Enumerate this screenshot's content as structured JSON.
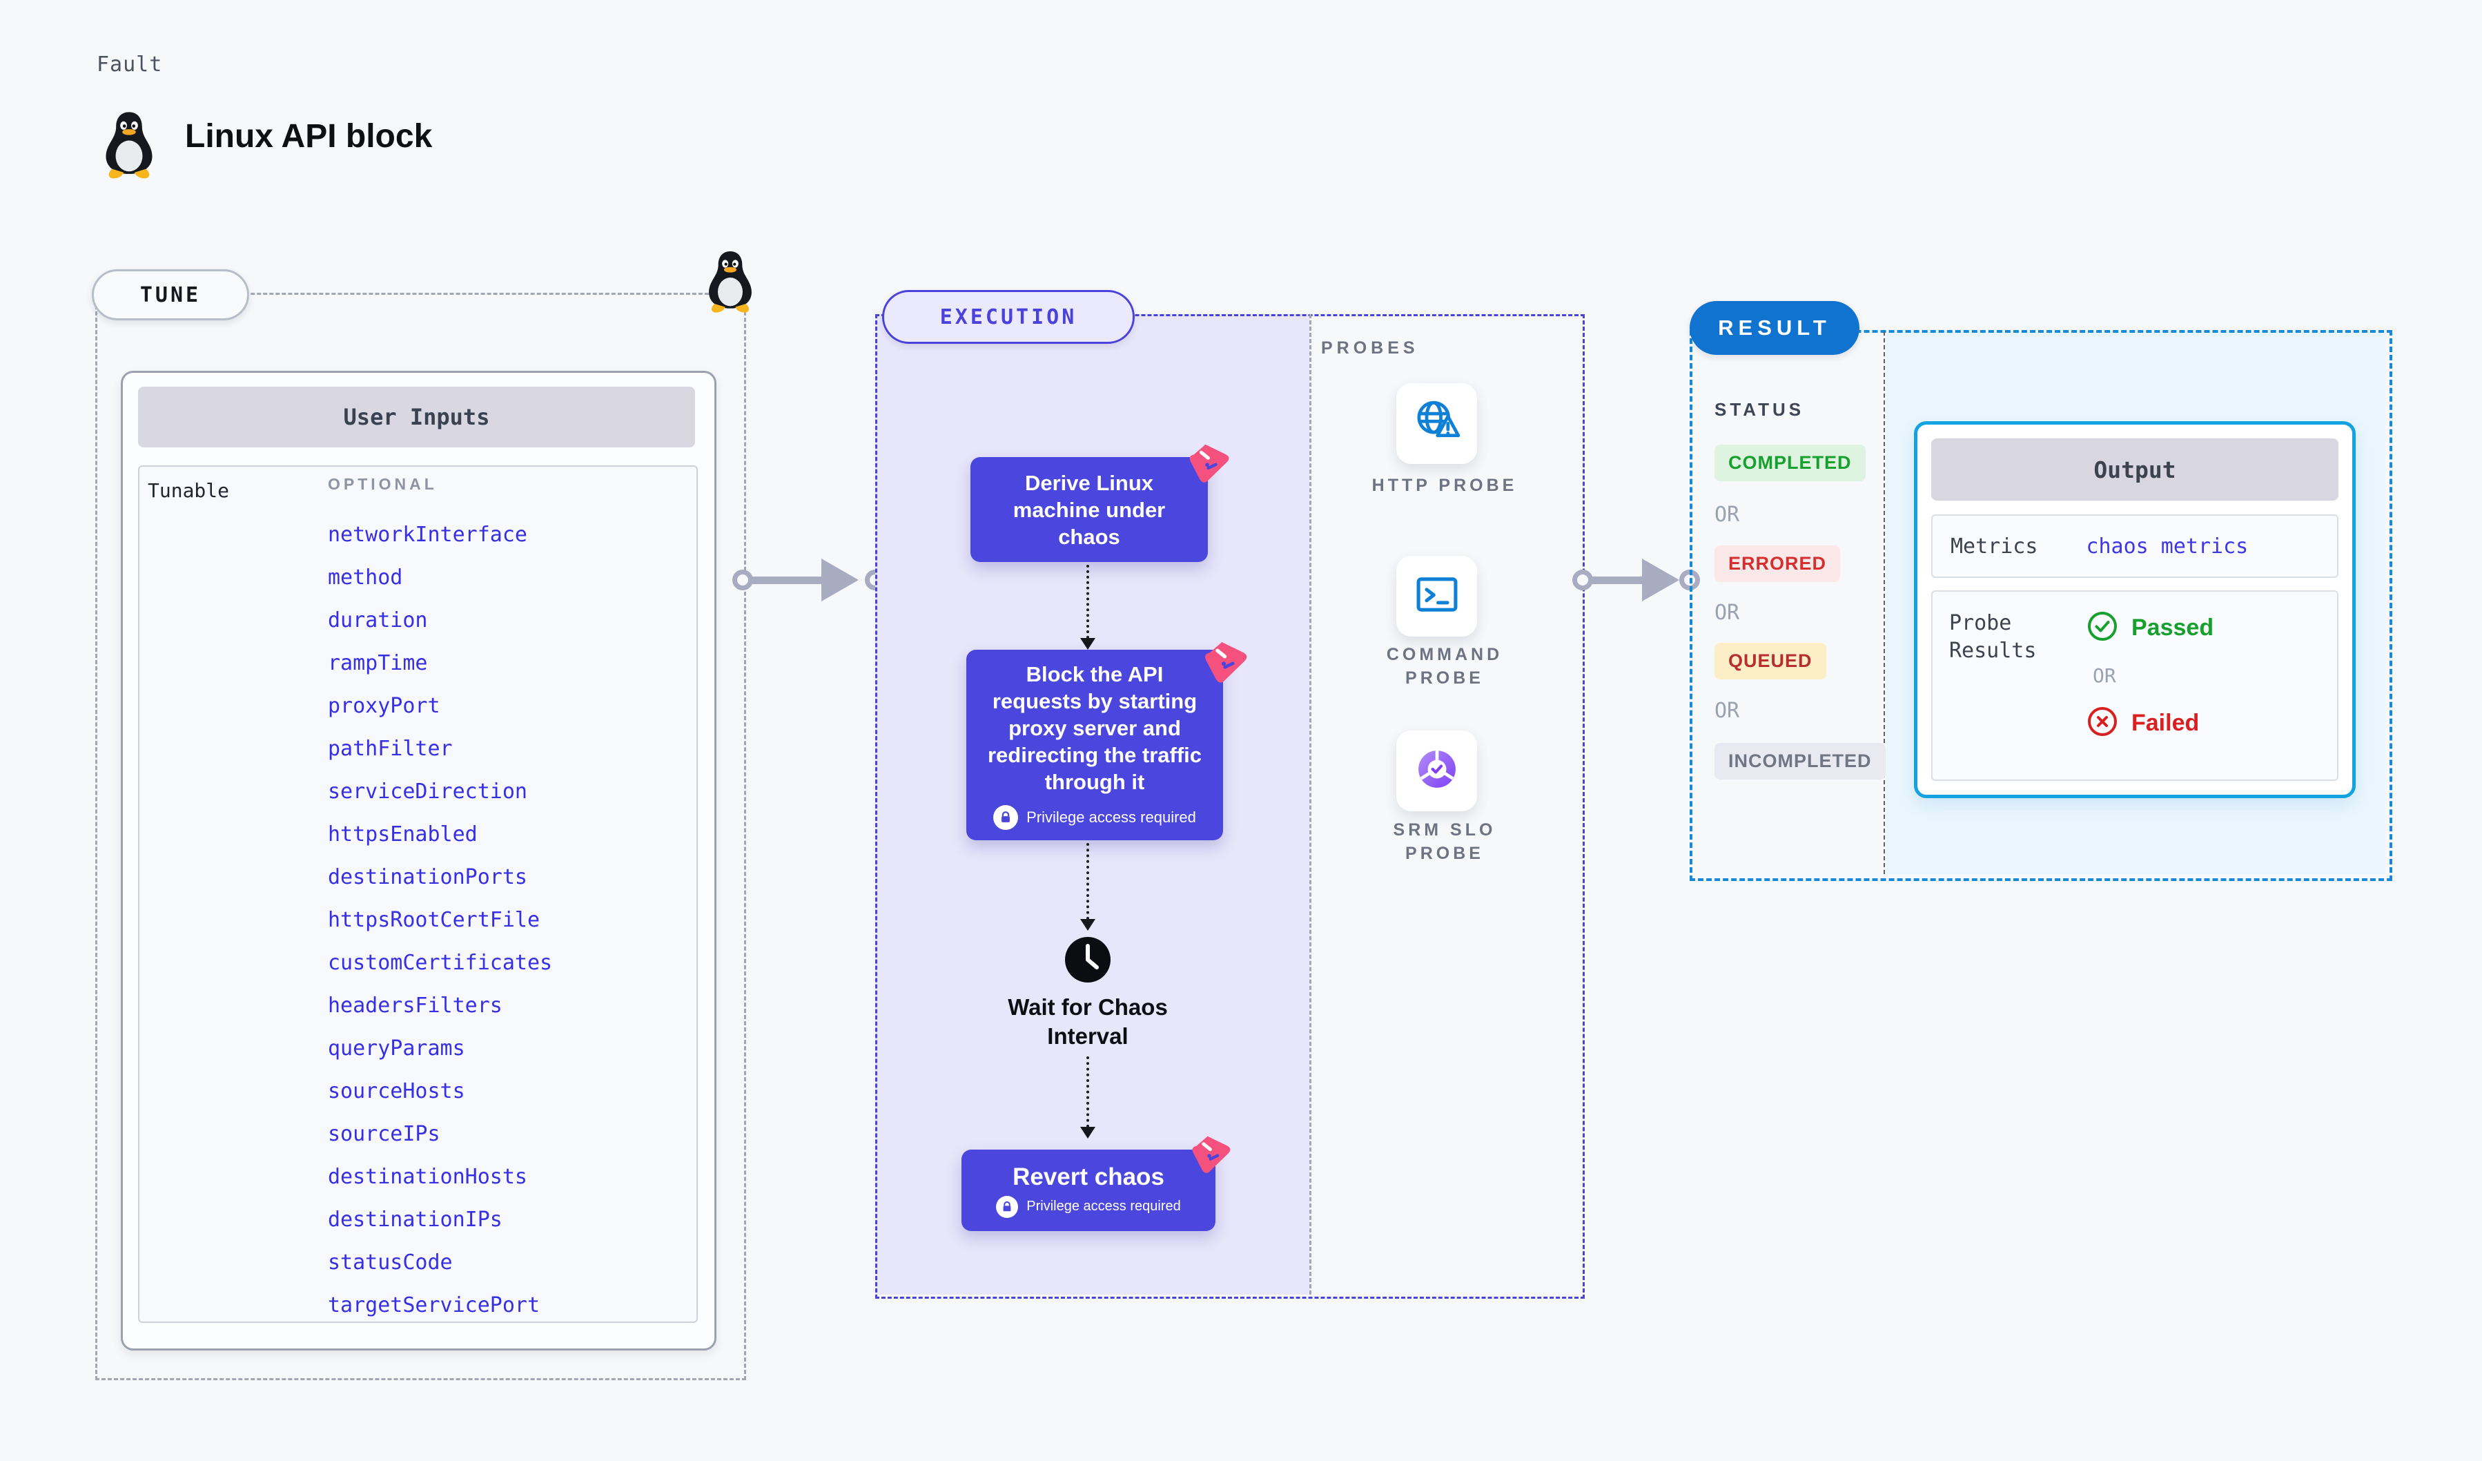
{
  "header": {
    "kicker": "Fault",
    "title": "Linux API block",
    "icon": "tux-penguin"
  },
  "tune": {
    "badge": "TUNE",
    "panel_title": "User Inputs",
    "row_label": "Tunable",
    "column_label": "OPTIONAL",
    "params": [
      "networkInterface",
      "method",
      "duration",
      "rampTime",
      "proxyPort",
      "pathFilter",
      "serviceDirection",
      "httpsEnabled",
      "destinationPorts",
      "httpsRootCertFile",
      "customCertificates",
      "headersFilters",
      "queryParams",
      "sourceHosts",
      "sourceIPs",
      "destinationHosts",
      "destinationIPs",
      "statusCode",
      "targetServicePort"
    ]
  },
  "execution": {
    "badge": "EXECUTION",
    "step1": "Derive Linux machine under chaos",
    "step2": "Block the API requests by starting proxy server and redirecting the traffic through it",
    "privilege_note": "Privilege access required",
    "wait_label": "Wait for Chaos Interval",
    "step3": "Revert chaos"
  },
  "probes": {
    "label": "PROBES",
    "items": [
      {
        "name": "HTTP PROBE",
        "icon": "globe-alert-icon"
      },
      {
        "name": "COMMAND PROBE",
        "icon": "terminal-icon"
      },
      {
        "name": "SRM SLO PROBE",
        "icon": "slo-donut-check-icon"
      }
    ]
  },
  "result": {
    "badge": "RESULT",
    "status_label": "STATUS",
    "or": "OR",
    "statuses": [
      {
        "label": "COMPLETED",
        "text_color": "#18a02f",
        "bg_color": "#def3e0"
      },
      {
        "label": "ERRORED",
        "text_color": "#d3302f",
        "bg_color": "#fbe9e9"
      },
      {
        "label": "QUEUED",
        "text_color": "#b82e2e",
        "bg_color": "#fcefc8"
      },
      {
        "label": "INCOMPLETED",
        "text_color": "#707684",
        "bg_color": "#e9e9f1"
      }
    ],
    "output": {
      "title": "Output",
      "metrics_label": "Metrics",
      "metrics_value": "chaos metrics",
      "probe_results_label": "Probe Results",
      "passed": "Passed",
      "or": "OR",
      "failed": "Failed"
    }
  },
  "colors": {
    "accent_indigo": "#4b46dd",
    "accent_blue": "#1173d0",
    "accent_cyan_border": "#12a3e0",
    "param_blue": "#362fe4",
    "chaos_pink": "#f4517e",
    "probe_icon_blue": "#0e80d6",
    "passed_green": "#17a02e",
    "failed_red": "#d92020"
  }
}
